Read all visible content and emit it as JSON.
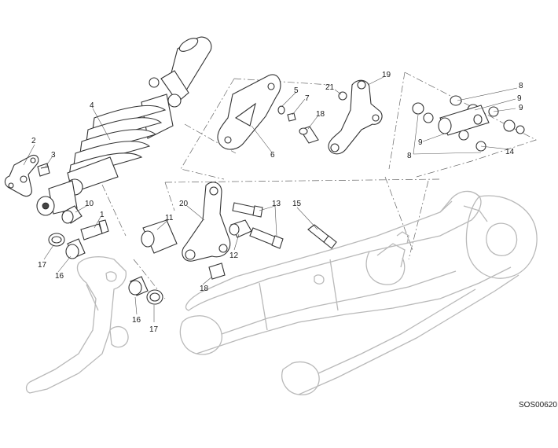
{
  "diagram": {
    "reference_code": "SOS00620",
    "callouts": {
      "c1": "1",
      "c2": "2",
      "c3": "3",
      "c4": "4",
      "c5": "5",
      "c6": "6",
      "c7": "7",
      "c8a": "8",
      "c8b": "8",
      "c9a": "9",
      "c9b": "9",
      "c9c": "9",
      "c10": "10",
      "c11": "11",
      "c12": "12",
      "c13": "13",
      "c14": "14",
      "c15": "15",
      "c16a": "16",
      "c16b": "16",
      "c17a": "17",
      "c17b": "17",
      "c18a": "18",
      "c18b": "18",
      "c19": "19",
      "c20": "20",
      "c21": "21"
    }
  }
}
